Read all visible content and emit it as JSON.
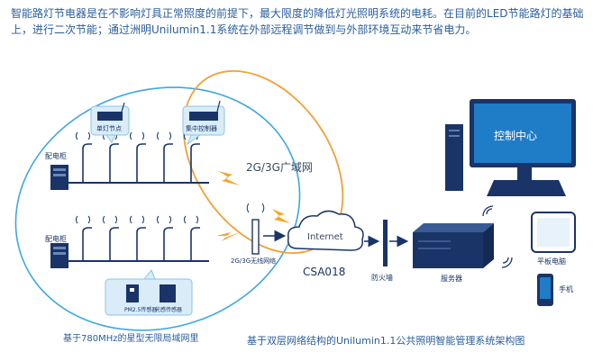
{
  "intro_text": "智能路灯节电器是在不影响灯具正常照度的前提下，最大限度的降低灯光照明系统的电耗。在目前的LED节能路灯的基础上，进行二次节能；通过洲明Unilumin1.1系统在外部远程调节做到与外部环境互动来节省电力。",
  "labels": {
    "cabinet_top": "配电柜",
    "cabinet_bottom": "配电柜",
    "single_node": "单灯节点",
    "central_controller": "集中控制器",
    "network_2g3g": "2G/3G广域网",
    "wireless_gateway": "2G/3G无线网络",
    "internet": "Internet",
    "csa": "CSA018",
    "firewall": "防火墙",
    "server": "服务器",
    "control_center": "控制中心",
    "tablet": "平板电脑",
    "phone": "手机",
    "pm25_sensor": "PM2.5传感器",
    "light_sensor": "光感传感器",
    "star_network": "基于780MHz的星型无限局域网里",
    "caption": "基于双层网络结构的Unilumin1.1公共照明智能管理系统架构图"
  },
  "colors": {
    "text_blue": "#2a5d9c",
    "dark_navy": "#1a3468",
    "ellipse_blue": "#3fa7e0",
    "ellipse_orange": "#f0a23a",
    "bolt_orange": "#f5a623",
    "monitor_blue": "#1f7cc7"
  }
}
